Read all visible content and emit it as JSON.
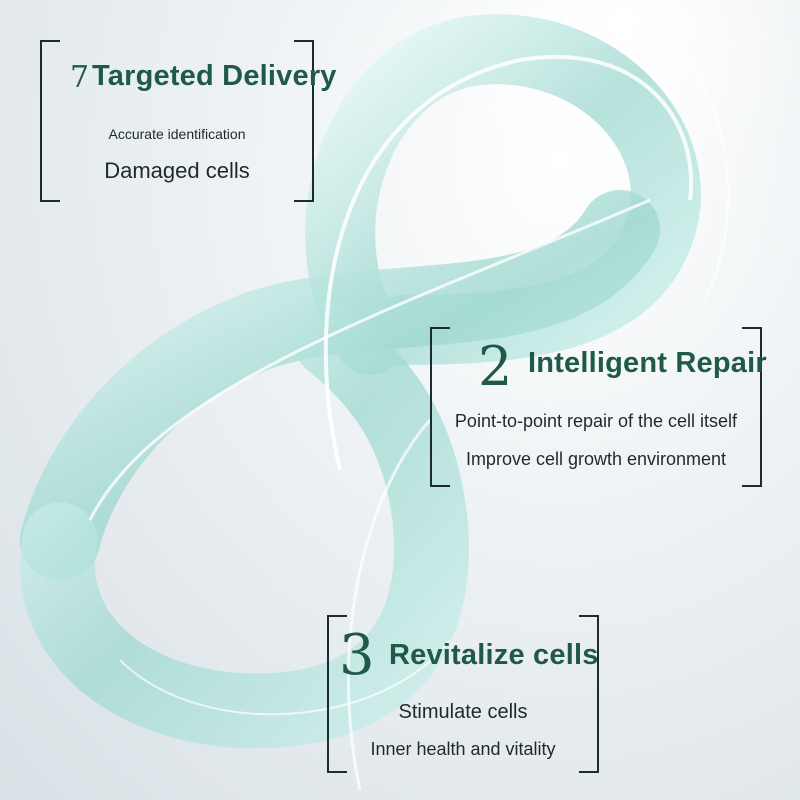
{
  "features": [
    {
      "number": "7",
      "title": "Targeted Delivery",
      "lines": [
        "Accurate identification",
        "Damaged cells"
      ]
    },
    {
      "number": "2",
      "title": "Intelligent Repair",
      "lines": [
        "Point-to-point repair of the cell itself",
        "Improve cell growth environment"
      ]
    },
    {
      "number": "3",
      "title": "Revitalize cells",
      "lines": [
        "Stimulate cells",
        "Inner health and vitality"
      ]
    }
  ],
  "colors": {
    "accent": "#1f5a48",
    "text": "#1e2a2a",
    "swirl": "#9fd8d0"
  }
}
